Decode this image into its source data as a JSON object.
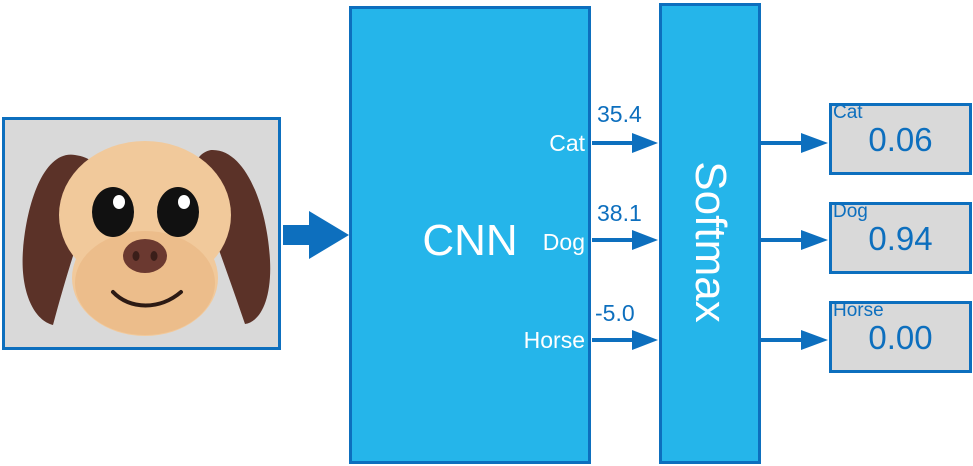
{
  "input": {
    "image_icon": "dog-face-icon"
  },
  "cnn": {
    "title": "CNN",
    "outputs": [
      {
        "label": "Cat",
        "score": "35.4"
      },
      {
        "label": "Dog",
        "score": "38.1"
      },
      {
        "label": "Horse",
        "score": "-5.0"
      }
    ]
  },
  "softmax": {
    "title": "Softmax"
  },
  "probabilities": [
    {
      "label": "Cat",
      "value": "0.06"
    },
    {
      "label": "Dog",
      "value": "0.94"
    },
    {
      "label": "Horse",
      "value": "0.00"
    }
  ],
  "colors": {
    "block_fill": "#25b5ea",
    "outline": "#0d6fbe",
    "box_fill": "#d9d9d9",
    "text_light": "#ffffff"
  }
}
